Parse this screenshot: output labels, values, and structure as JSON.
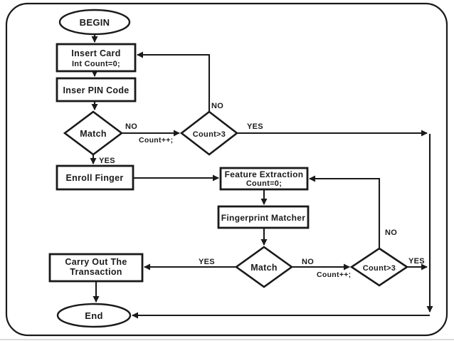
{
  "flowchart": {
    "nodes": {
      "begin": {
        "type": "terminator",
        "label": "BEGIN"
      },
      "insert_card": {
        "type": "process",
        "line1": "Insert Card",
        "line2": "Int Count=0;"
      },
      "insert_pin": {
        "type": "process",
        "label": "Inser PIN Code"
      },
      "match_pin": {
        "type": "decision",
        "label": "Match"
      },
      "count_pin": {
        "type": "decision",
        "label": "Count>3"
      },
      "enroll_finger": {
        "type": "process",
        "label": "Enroll Finger"
      },
      "feature_extraction": {
        "type": "process",
        "line1": "Feature Extraction",
        "line2": "Count=0;"
      },
      "fingerprint_matcher": {
        "type": "process",
        "label": "Fingerprint Matcher"
      },
      "match_finger": {
        "type": "decision",
        "label": "Match"
      },
      "count_finger": {
        "type": "decision",
        "label": "Count>3"
      },
      "carry_out": {
        "type": "process",
        "line1": "Carry Out The",
        "line2": "Transaction"
      },
      "end": {
        "type": "terminator",
        "label": "End"
      }
    },
    "edge_labels": {
      "match_pin_no": "NO",
      "match_pin_count": "Count++;",
      "match_pin_yes": "YES",
      "count_pin_no": "NO",
      "count_pin_yes": "YES",
      "match_finger_yes": "YES",
      "match_finger_no": "NO",
      "match_finger_count": "Count++;",
      "count_finger_no": "NO",
      "count_finger_yes": "YES"
    },
    "colors": {
      "line": "#1a1a1a",
      "background": "#ffffff"
    }
  }
}
